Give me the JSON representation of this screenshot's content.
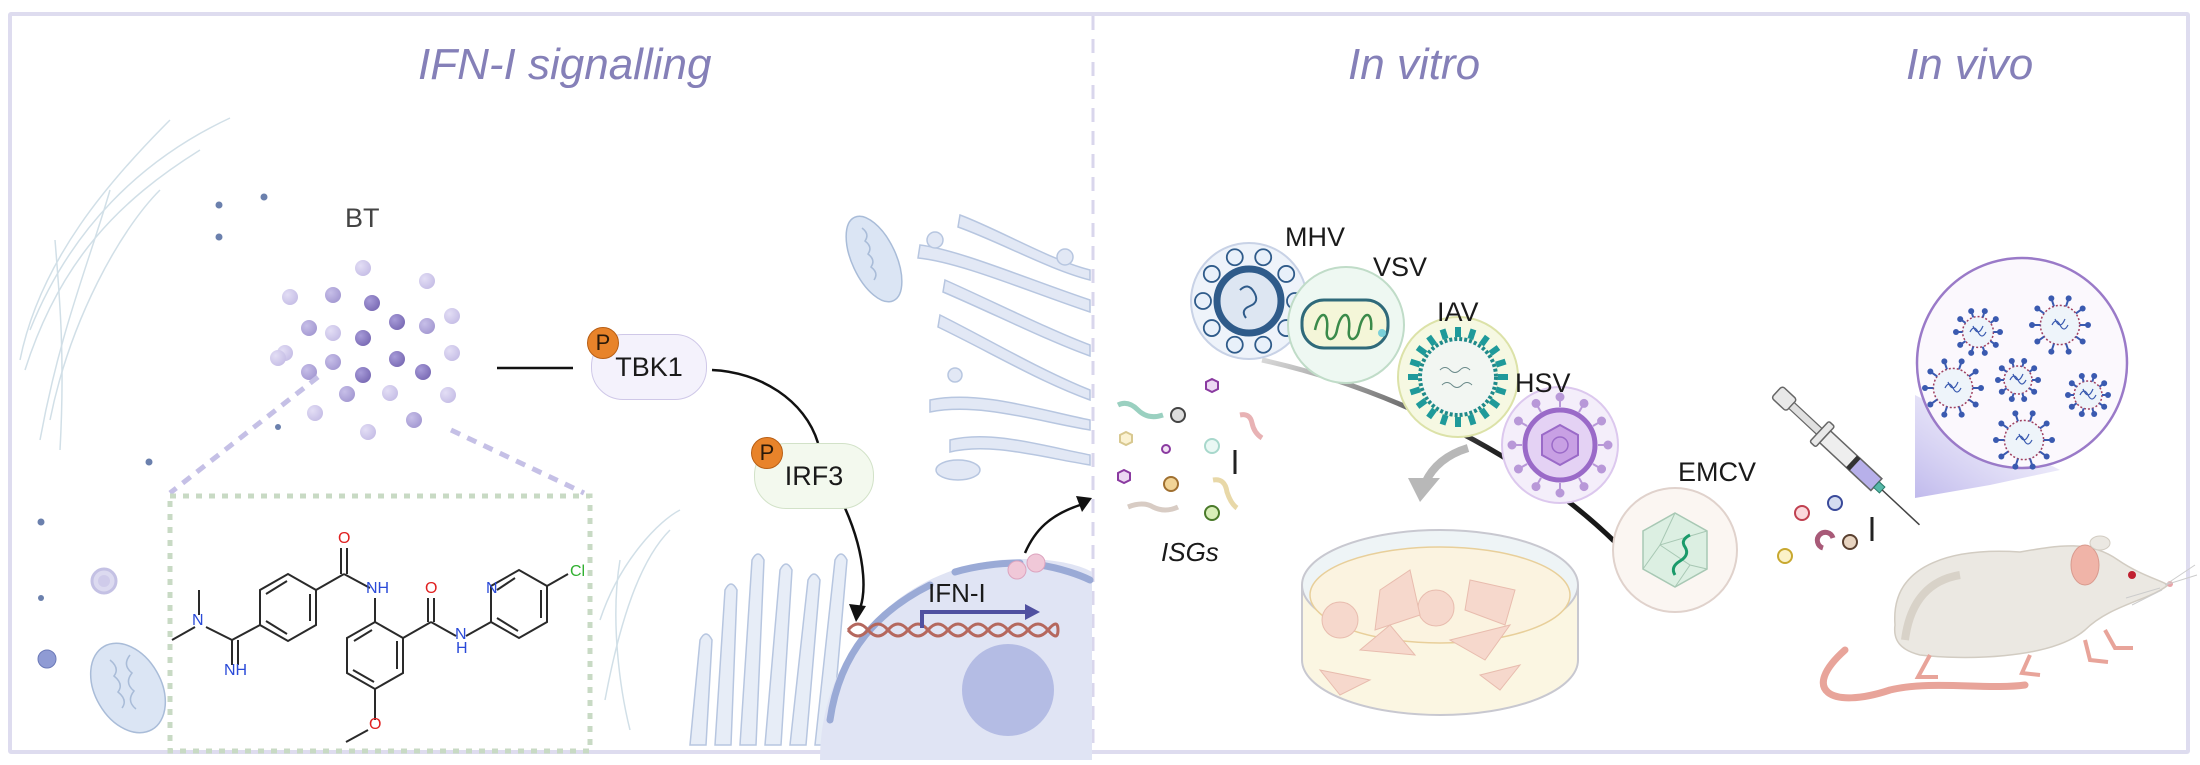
{
  "sections": {
    "left_title": "IFN-I signalling",
    "middle_title": "In vitro",
    "right_title": "In vivo"
  },
  "compound": {
    "label": "BT",
    "atoms": {
      "n_dimethyl": "N",
      "imine": "NH",
      "amide1_o": "O",
      "amide1_nh": "NH",
      "amide2_o": "O",
      "amide2_n": "N",
      "amide2_h": "H",
      "pyridine_n": "N",
      "chloro": "Cl",
      "methoxy_o": "O"
    }
  },
  "pathway": {
    "tbk1": "TBK1",
    "irf3": "IRF3",
    "phospho": "P",
    "gene": "IFN-I",
    "isgs": "ISGs"
  },
  "viruses": [
    {
      "name": "MHV",
      "color": "#2f5b8a"
    },
    {
      "name": "VSV",
      "color": "#3a8a4a"
    },
    {
      "name": "IAV",
      "color": "#1f9a9a"
    },
    {
      "name": "HSV",
      "color": "#9a6ac8"
    },
    {
      "name": "EMCV",
      "color": "#1a9a6a"
    }
  ],
  "colors": {
    "title": "#8580b8",
    "frame": "#dedcef",
    "phospho": "#e8832a",
    "dna": "#b5685e",
    "bt_dark": "#8a7cc0",
    "bt_light": "#cfc9ea"
  }
}
